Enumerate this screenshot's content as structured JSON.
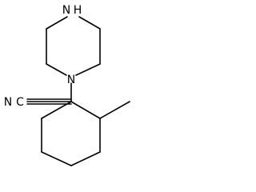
{
  "molecule": {
    "atoms": {
      "piperazine_nh": "N",
      "piperazine_nh_h": "H",
      "piperazine_n": "N",
      "nitrile_n": "N",
      "nitrile_c": "C"
    }
  },
  "colors": {
    "bond": "#000000",
    "label": "#000000",
    "background": "#ffffff"
  }
}
